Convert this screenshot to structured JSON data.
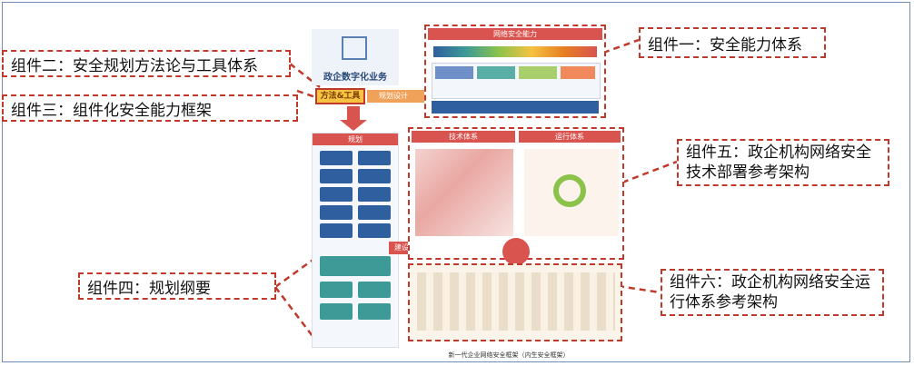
{
  "callouts": {
    "c1": "组件一：安全能力体系",
    "c2": "组件二：安全规划方法论与工具体系",
    "c3": "组件三：组件化安全能力框架",
    "c4": "组件四：规划纲要",
    "c5": "组件五：政企机构网络安全技术部署参考架构",
    "c6": "组件六：政企机构网络安全运行体系参考架构"
  },
  "diagram": {
    "business_label": "政企数字化业务",
    "methods_label": "方法&工具",
    "capability_title": "网络安全能力",
    "planning_design": "规划设计",
    "planning_header": "规划",
    "tech_header": "技术体系",
    "ops_header": "运行体系",
    "build_label": "建设",
    "caption": "新一代企业网络安全框架（内生安全框架）"
  }
}
